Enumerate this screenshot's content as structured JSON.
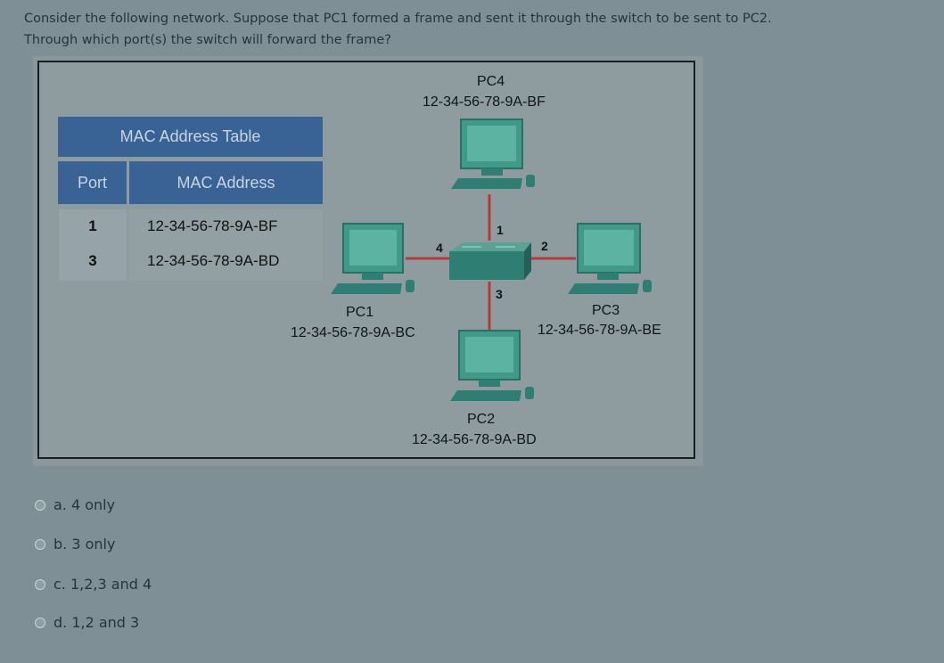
{
  "question": {
    "line1": "Consider the following network. Suppose that PC1 formed a frame and sent it through the switch to be sent to PC2.",
    "line2": "Through which port(s) the switch will forward the frame?"
  },
  "mac_table": {
    "title": "MAC Address Table",
    "col_port": "Port",
    "col_address": "MAC Address",
    "rows": [
      {
        "port": "1",
        "address": "12-34-56-78-9A-BF"
      },
      {
        "port": "3",
        "address": "12-34-56-78-9A-BD"
      }
    ]
  },
  "network": {
    "pc4": {
      "name": "PC4",
      "mac": "12-34-56-78-9A-BF"
    },
    "pc1": {
      "name": "PC1",
      "mac": "12-34-56-78-9A-BC"
    },
    "pc3": {
      "name": "PC3",
      "mac": "12-34-56-78-9A-BE"
    },
    "pc2": {
      "name": "PC2",
      "mac": "12-34-56-78-9A-BD"
    },
    "ports": {
      "p1": "1",
      "p2": "2",
      "p3": "3",
      "p4": "4"
    }
  },
  "options": [
    {
      "label": "a. 4 only"
    },
    {
      "label": "b. 3 only"
    },
    {
      "label": "c. 1,2,3 and 4"
    },
    {
      "label": "d. 1,2 and 3"
    }
  ],
  "colors": {
    "background": "#7e9095",
    "table_header": "#3a6395",
    "link": "#b8383a",
    "monitor": "#3f9a8a",
    "switch": "#2f7e74"
  }
}
